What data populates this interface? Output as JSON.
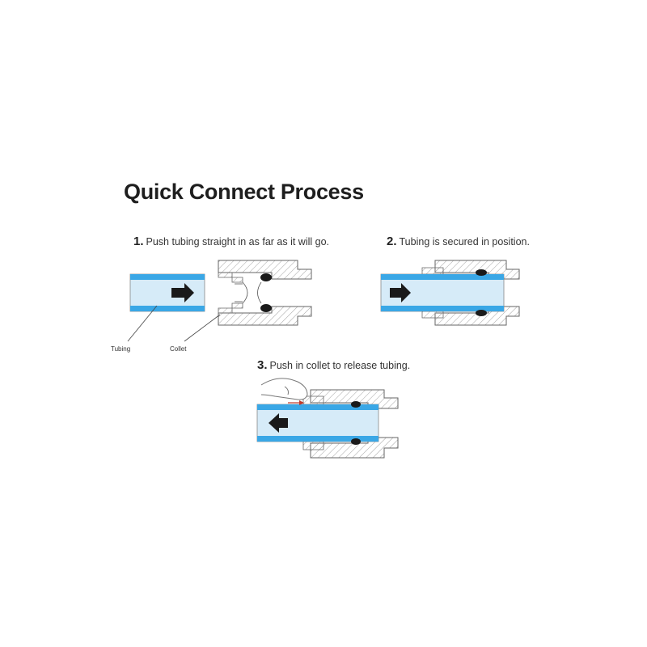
{
  "title": "Quick Connect Process",
  "steps": [
    {
      "number": "1.",
      "text": "Push tubing straight in as far as it will go."
    },
    {
      "number": "2.",
      "text": "Tubing is secured in position."
    },
    {
      "number": "3.",
      "text": "Push in collet to release tubing."
    }
  ],
  "labels": {
    "tubing": "Tubing",
    "collet": "Collet"
  },
  "colors": {
    "tube_edge": "#3aa7e6",
    "tube_fill": "#d6ebf8",
    "hatch": "#9a9a9a",
    "arrow": "#1a1a1a"
  }
}
